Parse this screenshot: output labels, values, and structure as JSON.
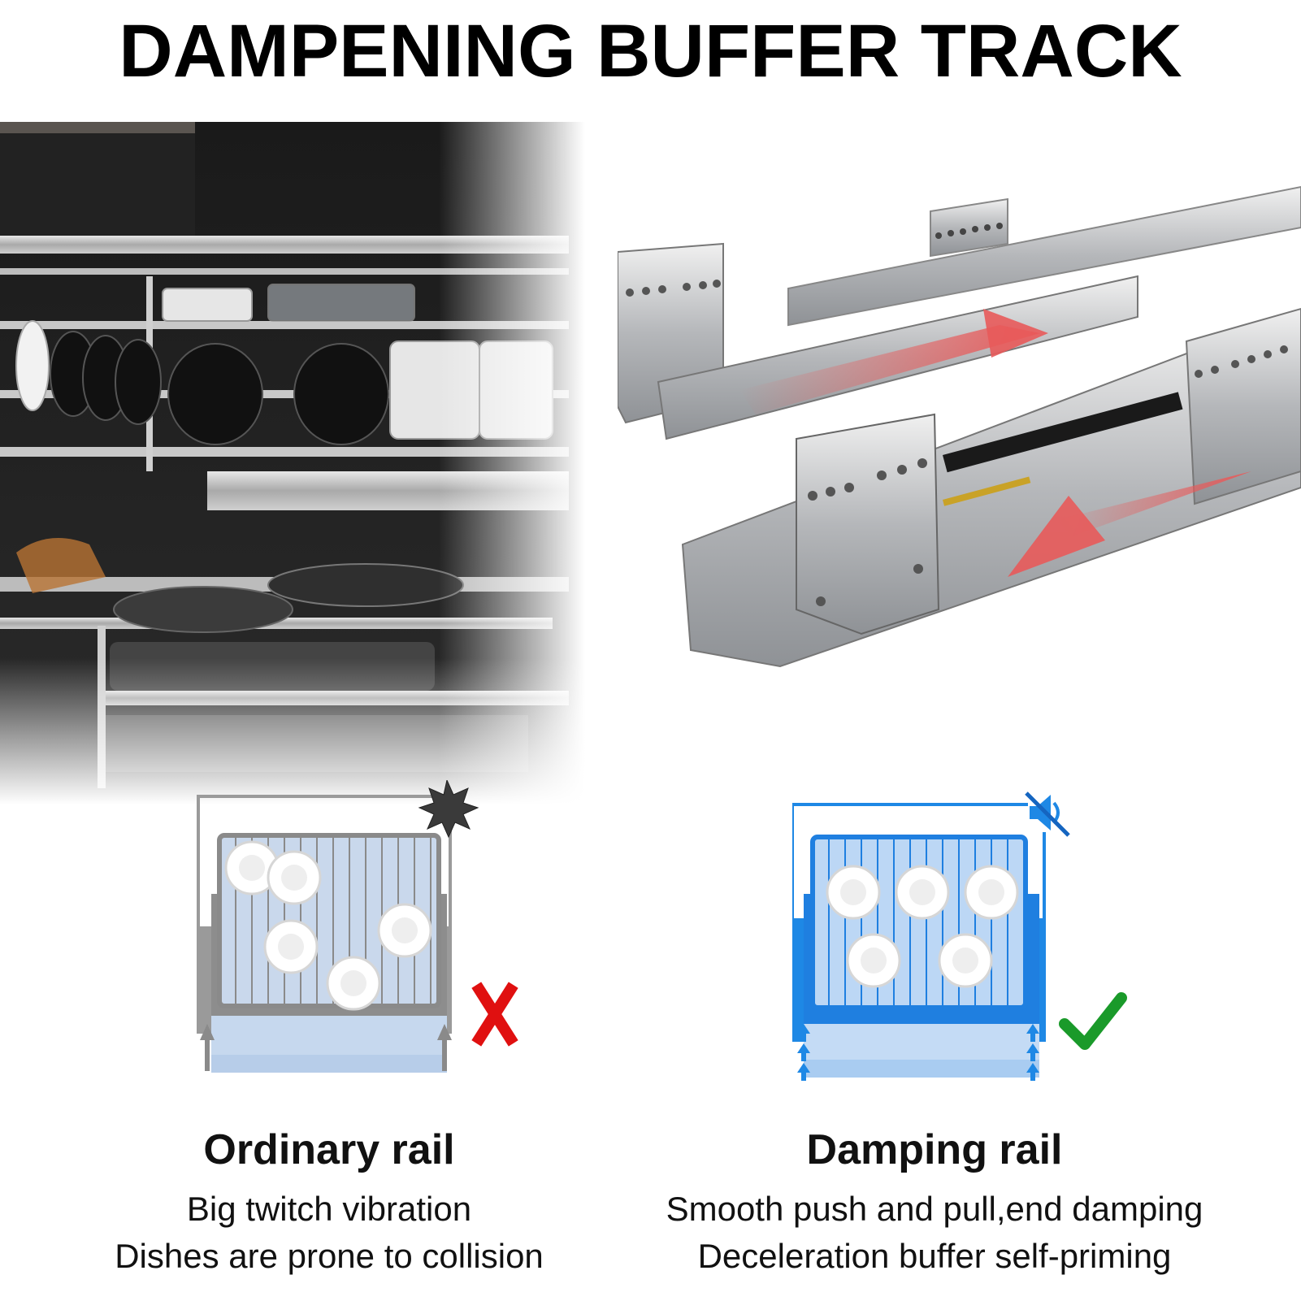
{
  "headline": "DAMPENING BUFFER TRACK",
  "ordinary": {
    "title": "Ordinary rail",
    "line1": "Big twitch vibration",
    "line2": "Dishes are prone to collision"
  },
  "damping": {
    "title": "Damping rail",
    "line1": "Smooth push and pull,end damping",
    "line2": "Deceleration buffer self-priming"
  },
  "colors": {
    "ordinary": "#8a8a8a",
    "damping": "#1e88e5",
    "cross": "#e01010",
    "check": "#1a9a2a",
    "arrow": "#e85a5a"
  },
  "icons": [
    "collision-burst-icon",
    "mute-speaker-icon",
    "red-x-icon",
    "green-check-icon"
  ]
}
